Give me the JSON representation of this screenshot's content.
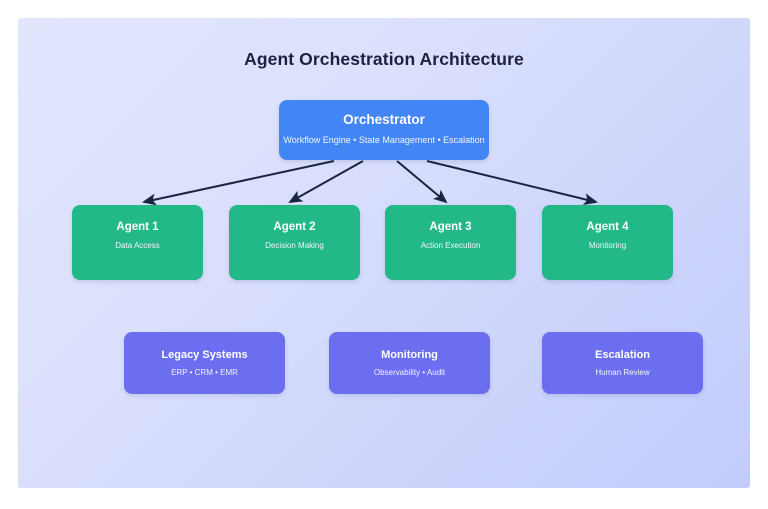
{
  "diagram": {
    "title": "Agent Orchestration Architecture",
    "background_gradient_from": "#e2e6fd",
    "background_gradient_to": "#c2ccfc",
    "arrow_color": "#1b2440"
  },
  "orchestrator": {
    "title": "Orchestrator",
    "subtitle": "Workflow Engine • State Management • Escalation",
    "color": "#4285f4"
  },
  "agents": {
    "color": "#22b887",
    "items": [
      {
        "title": "Agent 1",
        "subtitle": "Data Access"
      },
      {
        "title": "Agent 2",
        "subtitle": "Decision Making"
      },
      {
        "title": "Agent 3",
        "subtitle": "Action Execution"
      },
      {
        "title": "Agent 4",
        "subtitle": "Monitoring"
      }
    ]
  },
  "support": {
    "color": "#6c6ef0",
    "items": [
      {
        "title": "Legacy Systems",
        "subtitle": "ERP • CRM • EMR"
      },
      {
        "title": "Monitoring",
        "subtitle": "Observability • Audit"
      },
      {
        "title": "Escalation",
        "subtitle": "Human Review"
      }
    ]
  },
  "connections": [
    {
      "from": "Orchestrator",
      "to": "Agent 1"
    },
    {
      "from": "Orchestrator",
      "to": "Agent 2"
    },
    {
      "from": "Orchestrator",
      "to": "Agent 3"
    },
    {
      "from": "Orchestrator",
      "to": "Agent 4"
    }
  ]
}
